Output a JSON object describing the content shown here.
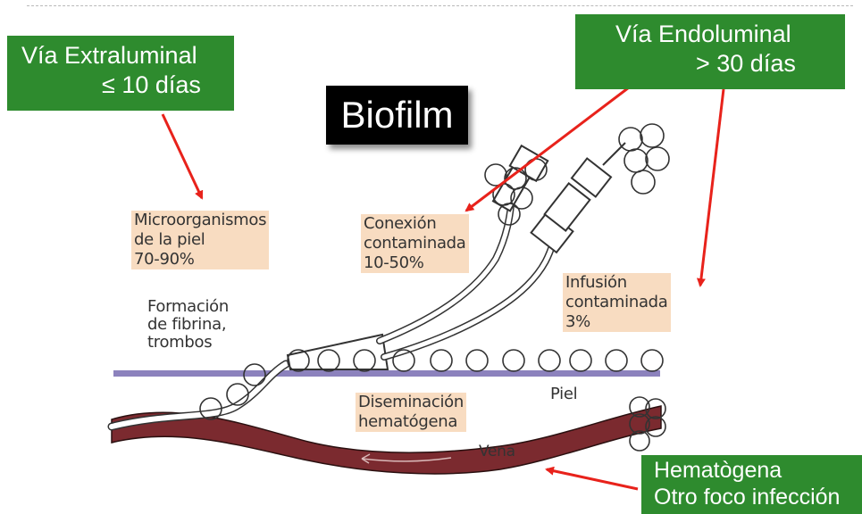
{
  "extraluminal": {
    "line1": "Vía  Extraluminal",
    "line2": "≤ 10 días"
  },
  "endoluminal": {
    "line1": "Vía  Endoluminal",
    "line2": "> 30 días"
  },
  "hematogena": {
    "line1": "Hematògena",
    "line2": "Otro foco infección"
  },
  "biofilm": "Biofilm",
  "labels": {
    "microorganismos": [
      "Microorganismos",
      "de la piel",
      "70-90%"
    ],
    "conexion": [
      "Conexión",
      "contaminada",
      "10-50%"
    ],
    "infusion": [
      "Infusión",
      "contaminada",
      "3%"
    ],
    "formacion": [
      "Formación",
      "de fibrina,",
      "trombos"
    ],
    "diseminacion": [
      "Diseminación",
      "hematógena"
    ],
    "piel": "Piel",
    "vena": "Vena"
  },
  "colors": {
    "green_box": "#2e8b2e",
    "arrow": "#e8221b",
    "skin_line": "#8c82bd",
    "vein": "#7b2a2f",
    "label_bg": "#f8dcc1"
  }
}
